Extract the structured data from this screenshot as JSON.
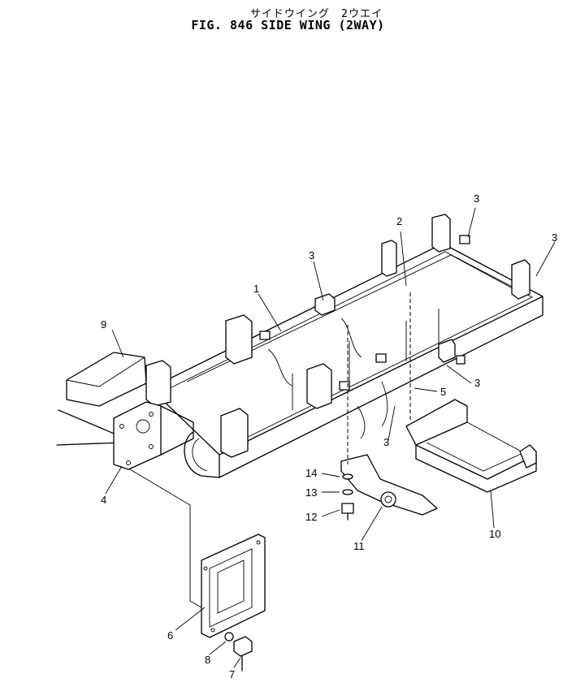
{
  "title": {
    "japanese": "サイドウイング　2ウエイ",
    "english": "FIG. 846  SIDE WING (2WAY)"
  },
  "callouts": {
    "c1": "1",
    "c2": "2",
    "c3a": "3",
    "c3b": "3",
    "c3c": "3",
    "c3d": "3",
    "c3e": "3",
    "c4": "4",
    "c5": "5",
    "c6": "6",
    "c7": "7",
    "c8": "8",
    "c9": "9",
    "c10": "10",
    "c11": "11",
    "c12": "12",
    "c13": "13",
    "c14": "14"
  }
}
